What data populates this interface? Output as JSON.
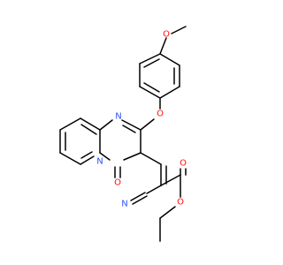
{
  "molecule": {
    "atoms": {
      "o_methoxy": {
        "label": "O",
        "color": "#ff0d0d"
      },
      "o_ether": {
        "label": "O",
        "color": "#ff0d0d"
      },
      "n_ring_top": {
        "label": "N",
        "color": "#3050f8"
      },
      "n_ring_fused": {
        "label": "N",
        "color": "#3050f8"
      },
      "o_keto": {
        "label": "O",
        "color": "#ff0d0d"
      },
      "n_nitrile": {
        "label": "N",
        "color": "#3050f8"
      },
      "o_carbonyl": {
        "label": "O",
        "color": "#ff0d0d"
      },
      "o_ester": {
        "label": "O",
        "color": "#ff0d0d"
      }
    }
  }
}
